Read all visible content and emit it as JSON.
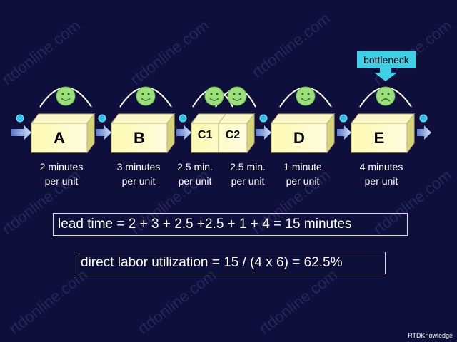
{
  "stations": [
    {
      "name": "A",
      "label_line1": "2 minutes",
      "label_line2": "per unit"
    },
    {
      "name": "B",
      "label_line1": "3 minutes",
      "label_line2": "per unit"
    },
    {
      "name": "C1",
      "label_line1": "2.5 min.",
      "label_line2": "per unit"
    },
    {
      "name": "C2",
      "label_line1": "2.5 min.",
      "label_line2": "per unit"
    },
    {
      "name": "D",
      "label_line1": "1 minute",
      "label_line2": "per unit"
    },
    {
      "name": "E",
      "label_line1": "4 minutes",
      "label_line2": "per unit"
    }
  ],
  "callout": "bottleneck",
  "lead_time": "lead time = 2 + 3 + 2.5 +2.5 + 1 + 4 = 15 minutes",
  "utilization": "direct labor utilization =  15 / (4 x 6) = 62.5%",
  "watermark": "rtdonline.com",
  "brand": "RTDKnowledge",
  "colors": {
    "background": "#0e0f3a",
    "box_front": "#fdfab0",
    "box_top": "#fbf7c9",
    "box_side": "#d8d27a",
    "smiley": "#9be07a",
    "callout": "#3fd0e8",
    "dot": "#2bc3ee",
    "arrow": "#8fb3e8"
  }
}
